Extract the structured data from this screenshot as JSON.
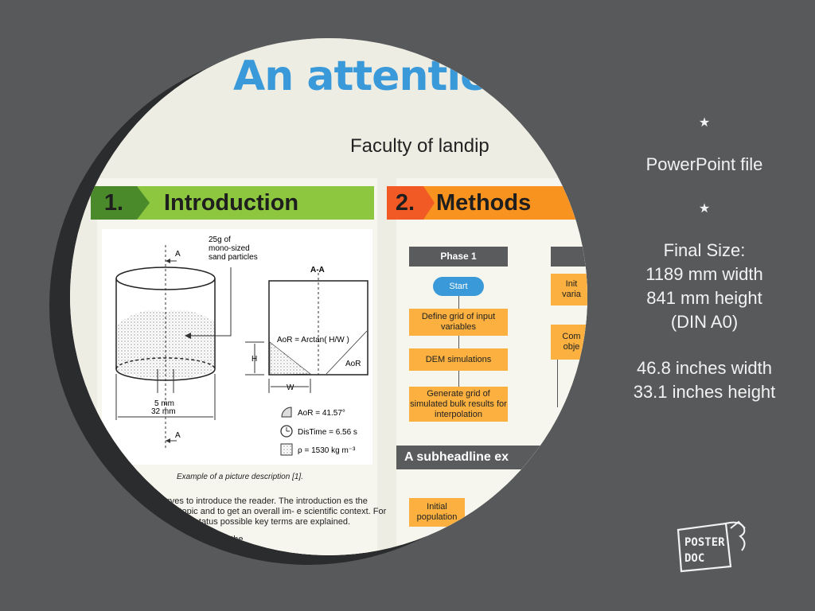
{
  "poster": {
    "title": "An attentic",
    "subtitle": "Faculty of landip",
    "intro": {
      "number": "1.",
      "heading": "Introduction",
      "figure": {
        "label_A_top": "A",
        "label_A_bottom": "A",
        "label_particles": "25g of mono-sized sand particles",
        "label_section": "A-A",
        "label_aor_formula": "AoR = Arctan( H/W )",
        "label_H": "H",
        "label_W": "W",
        "label_aor": "AoR",
        "label_5mm": "5 mm",
        "label_32mm": "32 mm",
        "legend_aor": "AoR = 41.57°",
        "legend_distime": "DisTime = 6.56 s",
        "legend_rho": "ρ = 1530 kg m⁻³"
      },
      "caption": "Example of a picture description [1].",
      "body_1": "duction serves to introduce the reader. The introduction es the reader to the topic and to get an overall im- e scientific context. For this purpose, the status possible key terms are explained.",
      "body_2": "nswer the question of why the"
    },
    "methods": {
      "number": "2.",
      "heading": "Methods",
      "phase1": "Phase 1",
      "start": "Start",
      "box1": "Define grid of input variables",
      "box2": "DEM simulations",
      "box3": "Generate grid of simulated bulk results for interpolation",
      "right_box1": "Init varia",
      "right_box2": "Com obje",
      "subheadline": "A subheadline ex",
      "initial_population": "Initial population"
    }
  },
  "info": {
    "star": "★",
    "file_type": "PowerPoint file",
    "final_size_label": "Final Size:",
    "width_mm": "1189 mm width",
    "height_mm": "841 mm height",
    "format": "(DIN A0)",
    "width_in": "46.8 inches width",
    "height_in": "33.1 inches height"
  },
  "logo": {
    "line1": "POSTER",
    "line2": "DOC"
  },
  "colors": {
    "title_blue": "#3a9ad9",
    "intro_green": "#8dc63f",
    "methods_orange": "#f7931e",
    "flow_box": "#fbb040",
    "background": "#58595b"
  }
}
